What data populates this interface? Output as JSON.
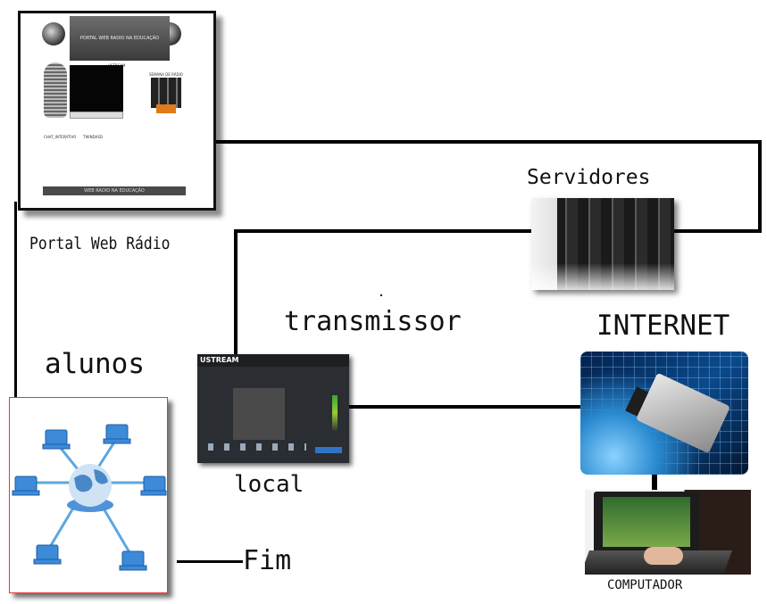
{
  "nodes": {
    "portal": {
      "label": "Portal Web Rádio",
      "thumbnail": {
        "banner": "PORTAL WEB RADIO NA EDUCAÇÃO",
        "screen_caption": "USTREAM",
        "side_caption": "SEMANA DE RÁDIO",
        "link_1": "CHAT_INTERATIVO",
        "link_2": "TWINDASD",
        "footer": "WEB RADIO NA EDUCAÇÃO"
      }
    },
    "servers": {
      "label": "Servidores"
    },
    "transmitter": {
      "label": "transmissor",
      "sublabel": "local",
      "brand": "USTREAM"
    },
    "internet": {
      "label": "INTERNET"
    },
    "computer": {
      "label": "COMPUTADOR"
    },
    "students": {
      "label": "alunos",
      "end_label": "Fim"
    }
  },
  "colors": {
    "lines": "#000000",
    "students_border": "#e33333",
    "network_links": "#5aa7e0",
    "laptop_blue": "#3c8ad8"
  },
  "icons": [
    "globe-icon",
    "laptop-icon",
    "server-rack-icon",
    "microphone-icon",
    "speaker-icon",
    "ethernet-plug-icon"
  ]
}
